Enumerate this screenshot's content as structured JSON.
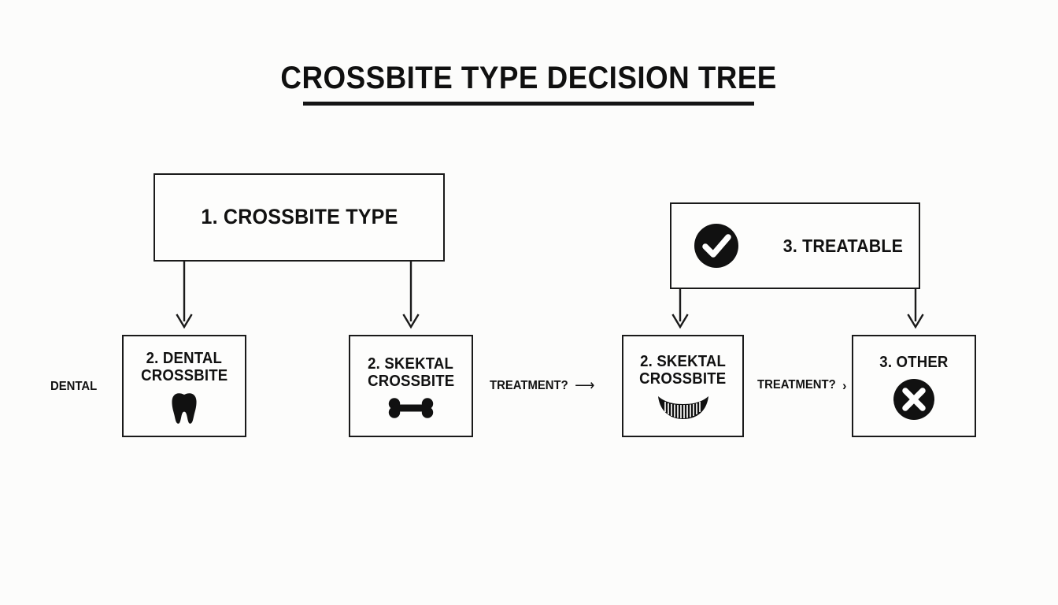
{
  "page": {
    "title": "CROSSBITE TYPE DECISION TREE",
    "background_color": "#fcfcfb",
    "ink_color": "#111111"
  },
  "diagram": {
    "root": {
      "label": "1. CROSSBITE TYPE"
    },
    "treatable": {
      "label": "3. TREATABLE",
      "icon": "check-circle-icon"
    },
    "leaves": [
      {
        "id": "dental",
        "line1": "2. DENTAL",
        "line2": "CROSSBITE",
        "icon": "tooth-icon"
      },
      {
        "id": "skeletal",
        "line1": "2. SKEKTAL",
        "line2": "CROSSBITE",
        "icon": "bone-icon"
      },
      {
        "id": "skeletal-2",
        "line1": "2. SKEKTAL",
        "line2": "CROSSBITE",
        "icon": "jaw-teeth-icon"
      },
      {
        "id": "other",
        "line1": "3. OTHER",
        "line2": "",
        "icon": "x-circle-icon"
      }
    ],
    "edge_labels": {
      "dental": "DENTAL",
      "treatment_1": "TREATMENT?",
      "treatment_2": "TREATMENT?",
      "arrow_long": "⟶",
      "arrow_short": "›"
    }
  }
}
